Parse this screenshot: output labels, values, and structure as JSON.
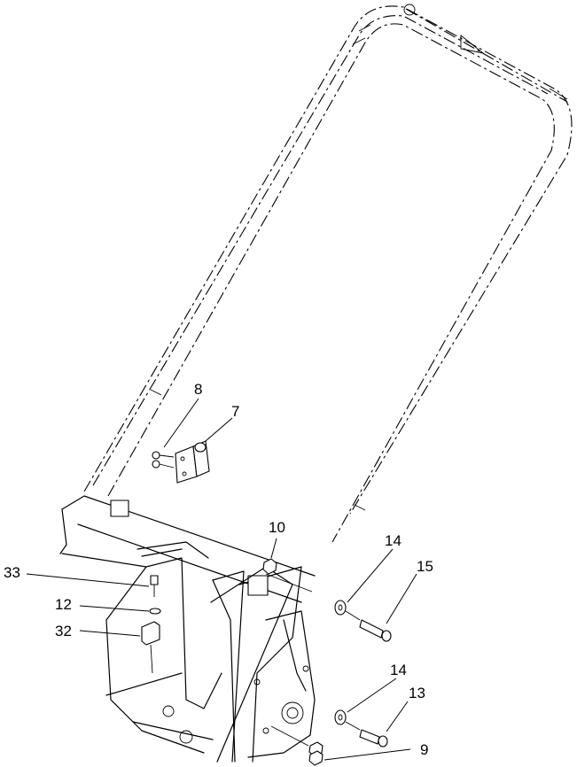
{
  "callouts": [
    {
      "id": "c8",
      "label": "8"
    },
    {
      "id": "c7",
      "label": "7"
    },
    {
      "id": "c10",
      "label": "10"
    },
    {
      "id": "c14a",
      "label": "14"
    },
    {
      "id": "c15",
      "label": "15"
    },
    {
      "id": "c33",
      "label": "33"
    },
    {
      "id": "c12",
      "label": "12"
    },
    {
      "id": "c32",
      "label": "32"
    },
    {
      "id": "c14b",
      "label": "14"
    },
    {
      "id": "c13",
      "label": "13"
    },
    {
      "id": "c9",
      "label": "9"
    }
  ]
}
